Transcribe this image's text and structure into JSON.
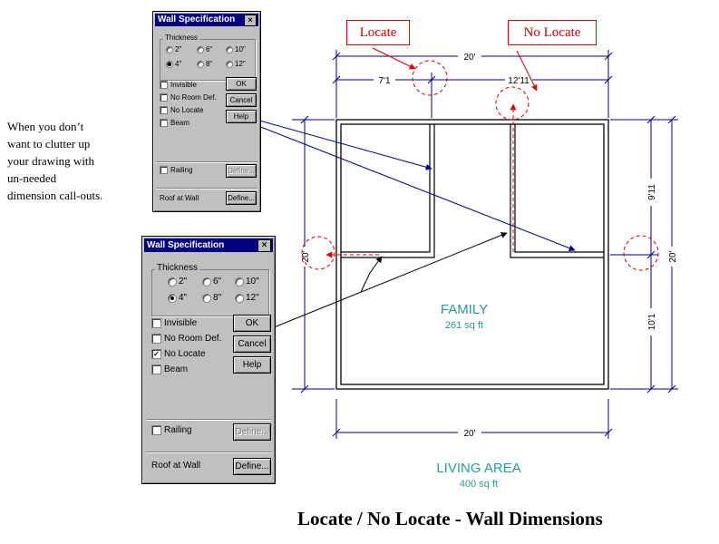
{
  "title": "Locate / No Locate - Wall Dimensions",
  "note_lines": [
    "When you don’t",
    "want to clutter up",
    "your drawing with",
    "un-needed",
    "dimension call-outs."
  ],
  "callouts": {
    "locate": "Locate",
    "no_locate": "No Locate"
  },
  "dialog_small": {
    "title": "Wall  Specification",
    "close": "×",
    "thickness_label": "Thickness",
    "thickness_options": [
      "2\"",
      "6\"",
      "10\"",
      "4\"",
      "8\"",
      "12\""
    ],
    "selected_thickness": "4\"",
    "checkboxes": [
      {
        "label": "Invisible",
        "checked": false
      },
      {
        "label": "No Room Def.",
        "checked": false
      },
      {
        "label": "No Locate",
        "checked": false
      },
      {
        "label": "Beam",
        "checked": false
      }
    ],
    "buttons": {
      "ok": "OK",
      "cancel": "Cancel",
      "help": "Help"
    },
    "railing": {
      "label": "Railing",
      "checked": false,
      "define": "Define..."
    },
    "roof_label": "Roof at Wall",
    "roof_define": "Define..."
  },
  "dialog_large": {
    "title": "Wall  Specification",
    "close": "×",
    "thickness_label": "Thickness",
    "thickness_options": [
      "2\"",
      "6\"",
      "10\"",
      "4\"",
      "8\"",
      "12\""
    ],
    "selected_thickness": "4\"",
    "checkboxes": [
      {
        "label": "Invisible",
        "checked": false
      },
      {
        "label": "No Room Def.",
        "checked": false
      },
      {
        "label": "No Locate",
        "checked": true
      },
      {
        "label": "Beam",
        "checked": false
      }
    ],
    "buttons": {
      "ok": "OK",
      "cancel": "Cancel",
      "help": "Help"
    },
    "railing": {
      "label": "Railing",
      "checked": false,
      "define": "Define..."
    },
    "roof_label": "Roof at Wall",
    "roof_define": "Define..."
  },
  "plan": {
    "dims": {
      "top_overall": "20'",
      "top_left": "7'1",
      "top_right": "12'11",
      "left_overall": "20'",
      "right_overall": "20'",
      "right_upper": "9'11",
      "right_lower": "10'1",
      "bottom_overall": "20'"
    },
    "room_name": "FAMILY",
    "room_area": "261 sq ft",
    "living_label": "LIVING AREA",
    "living_area": "400 sq ft"
  },
  "colors": {
    "dimension": "#000080",
    "room_text": "#2a9a9a",
    "callout": "#dd0000",
    "dialog_bg": "#c0c0c0",
    "titlebar": "#000080"
  }
}
